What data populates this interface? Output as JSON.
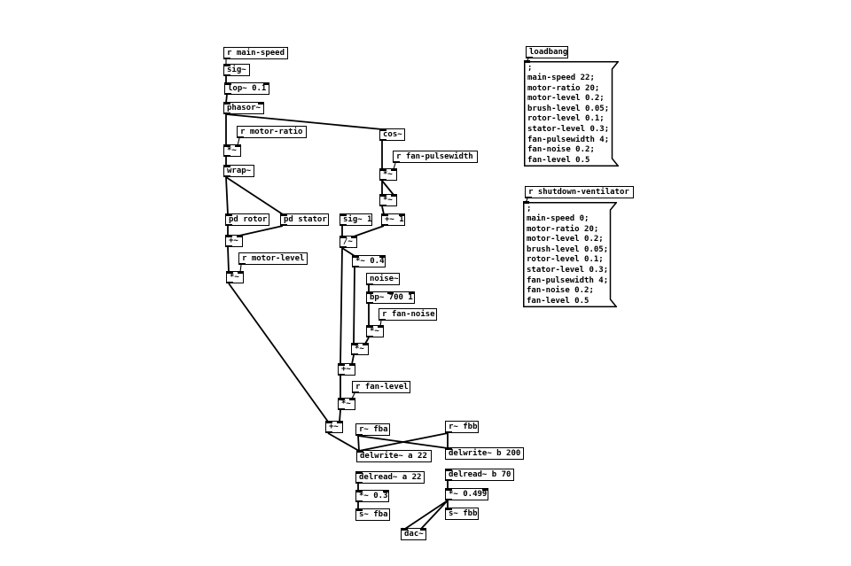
{
  "app": {
    "name": "Pure Data patch canvas",
    "colors": {
      "background": "#ffffff",
      "foreground": "#000000"
    }
  },
  "patch": {
    "boxes": {
      "r_main_speed": "r main-speed",
      "sig": "sig~",
      "lop": "lop~ 0.1",
      "phasor": "phasor~",
      "r_motor_ratio": "r motor-ratio",
      "star_motor": "*~",
      "wrap": "wrap~",
      "cos": "cos~",
      "r_fan_pulsewidth": "r fan-pulsewidth",
      "star_fan1": "*~",
      "star_fan2": "*~",
      "pd_rotor": "pd rotor",
      "pd_stator": "pd stator",
      "plus_motor": "+~",
      "r_motor_level": "r motor-level",
      "star_motor_out": "*~",
      "sig_1": "sig~ 1",
      "plus_1": "+~ 1",
      "div_sig": "/~",
      "star_04": "*~ 0.4",
      "noise": "noise~",
      "bp": "bp~ 700 1",
      "r_fan_noise": "r fan-noise",
      "star_noise": "*~",
      "star_mult": "*~",
      "plus_fan": "+~",
      "r_fan_level": "r fan-level",
      "star_fan_out": "*~",
      "plus_mix": "+~",
      "r_fba": "r~ fba",
      "r_fbb": "r~ fbb",
      "delwrite_a": "delwrite~ a 22",
      "delwrite_b": "delwrite~ b 200",
      "delread_a": "delread~ a 22",
      "delread_b": "delread~ b 70",
      "star_03": "*~ 0.3",
      "star_0499": "*~ 0.499",
      "s_fba": "s~ fba",
      "s_fbb": "s~ fbb",
      "dac": "dac~",
      "loadbang": "loadbang",
      "r_shutdown": "r shutdown-ventilator"
    },
    "messages": {
      "startup": {
        "lines": [
          ";",
          "main-speed 22;",
          "motor-ratio 20;",
          "motor-level 0.2;",
          "brush-level 0.05;",
          "rotor-level 0.1;",
          "stator-level 0.3;",
          "fan-pulsewidth 4;",
          "fan-noise 0.2;",
          "fan-level 0.5"
        ]
      },
      "shutdown": {
        "lines": [
          ";",
          "main-speed 0;",
          "motor-ratio 20;",
          "motor-level 0.2;",
          "brush-level 0.05;",
          "rotor-level 0.1;",
          "stator-level 0.3;",
          "fan-pulsewidth 4;",
          "fan-noise 0.2;",
          "fan-level 0.5"
        ]
      }
    }
  }
}
